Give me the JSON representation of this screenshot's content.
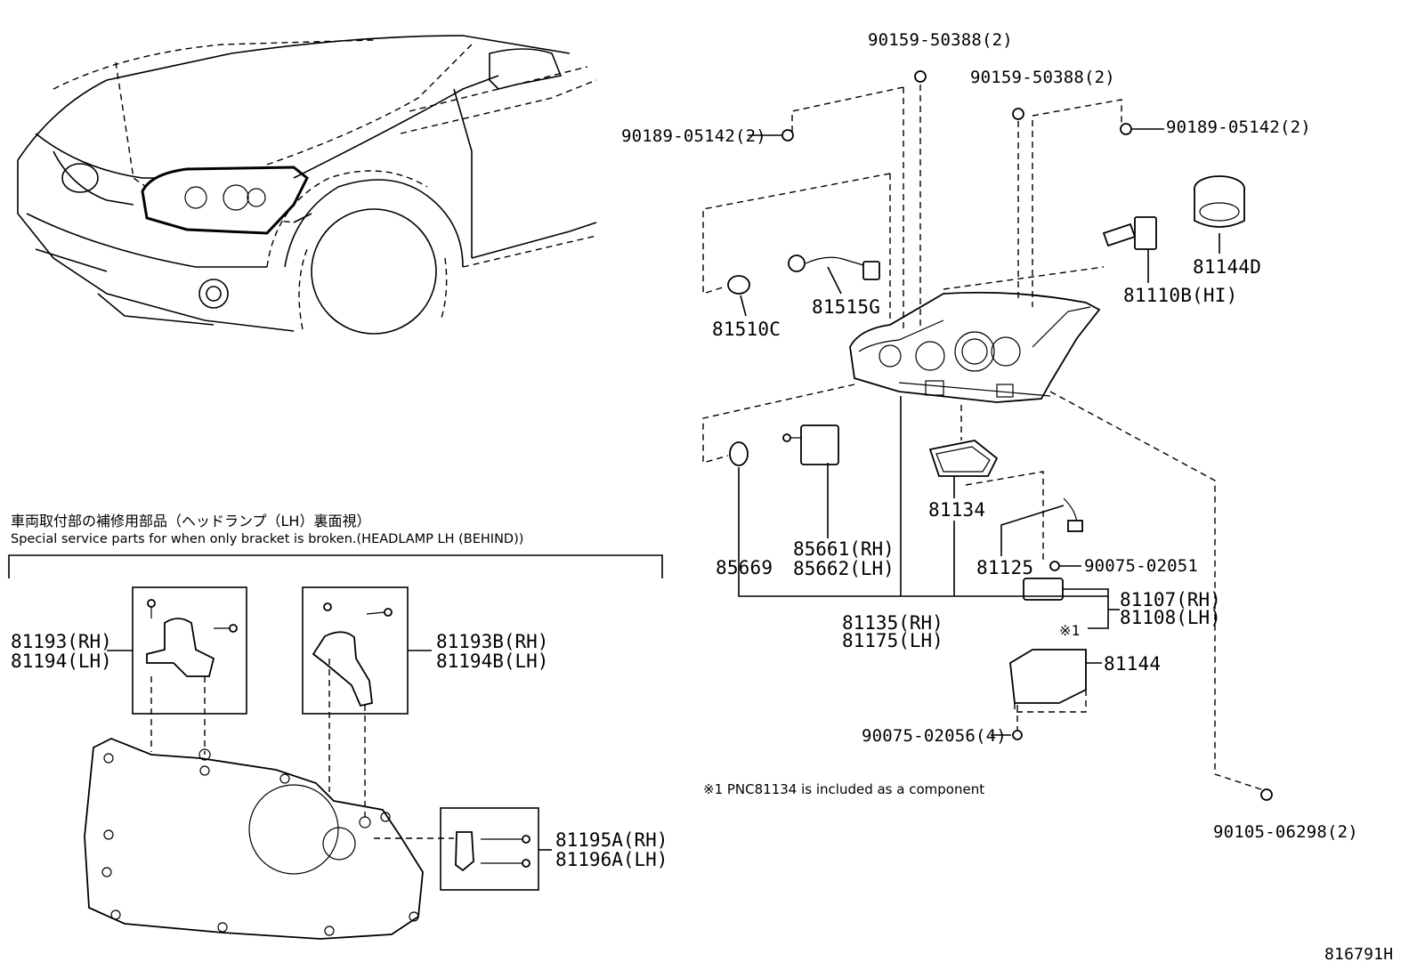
{
  "special_note": {
    "jp": "車両取付部の補修用部品（ヘッドランプ（LH）裏面視）",
    "en": "Special service parts for when only bracket is broken.(HEADLAMP LH (BEHIND))"
  },
  "footnote": "※1 PNC81134 is included as a component",
  "marker": "※1",
  "diagram_id": "816791H",
  "parts": {
    "p_90159_a": "90159-50388(2)",
    "p_90159_b": "90159-50388(2)",
    "p_90189_a": "90189-05142(2)",
    "p_90189_b": "90189-05142(2)",
    "p_81144d": "81144D",
    "p_81110b": "81110B(HI)",
    "p_81515g": "81515G",
    "p_81510c": "81510C",
    "p_81134": "81134",
    "p_81125": "81125",
    "p_90075_02051": "90075-02051",
    "p_85669": "85669",
    "p_85661": "85661(RH)",
    "p_85662": "85662(LH)",
    "p_81107": "81107(RH)",
    "p_81108": "81108(LH)",
    "p_81135": "81135(RH)",
    "p_81175": "81175(LH)",
    "p_81144": "81144",
    "p_90075_02056": "90075-02056(4)",
    "p_90105": "90105-06298(2)",
    "p_81193": "81193(RH)",
    "p_81194": "81194(LH)",
    "p_81193b": "81193B(RH)",
    "p_81194b": "81194B(LH)",
    "p_81195a": "81195A(RH)",
    "p_81196a": "81196A(LH)"
  }
}
